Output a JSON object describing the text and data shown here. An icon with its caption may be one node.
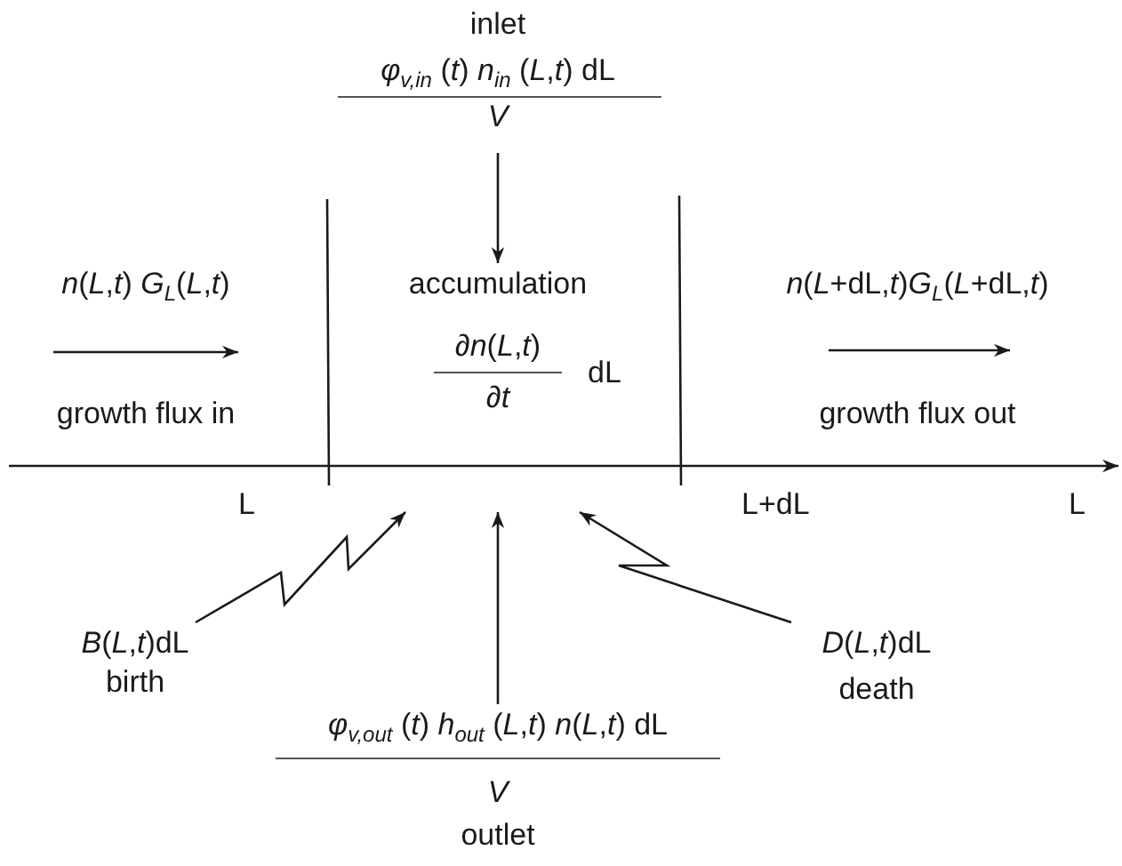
{
  "diagram": {
    "nodes": [
      {
        "text": [
          "inlet",
          "*φ*$_{v,in}$ (*t*) *n*$_{in}$ (*L*,*t*) dL",
          "*V*"
        ]
      },
      {
        "text": [
          "accumulation",
          "∂*n*(*L*,*t*)",
          "∂*t*",
          "dL"
        ]
      },
      {
        "text": [
          "*n*(*L*,*t*) *G*$_{L}$(*L*,*t*)",
          "growth flux in"
        ]
      },
      {
        "text": [
          "*n*(*L*+dL,*t*)*G*$_{L}$(*L*+dL,*t*)",
          "growth flux out"
        ]
      },
      {
        "text": [
          "*B*(*L*,*t*)dL",
          "birth"
        ]
      },
      {
        "text": [
          "*D*(*L*,*t*)dL",
          "death"
        ]
      },
      {
        "text": [
          "*φ*$_{v,out}$ (*t*) *h*$_{out}$ (*L*,*t*) *n*(*L*,*t*) dL",
          "*V*",
          "outlet"
        ]
      }
    ],
    "edges": [
      {
        "from": 0,
        "to": 1,
        "arrow": "to"
      },
      {
        "from": 4,
        "to": 1,
        "arrow": "to"
      },
      {
        "from": 5,
        "to": 1,
        "arrow": "to"
      },
      {
        "from": 6,
        "to": 1,
        "arrow": "to"
      }
    ],
    "labels": [
      "L",
      "L+dL",
      "L"
    ]
  }
}
